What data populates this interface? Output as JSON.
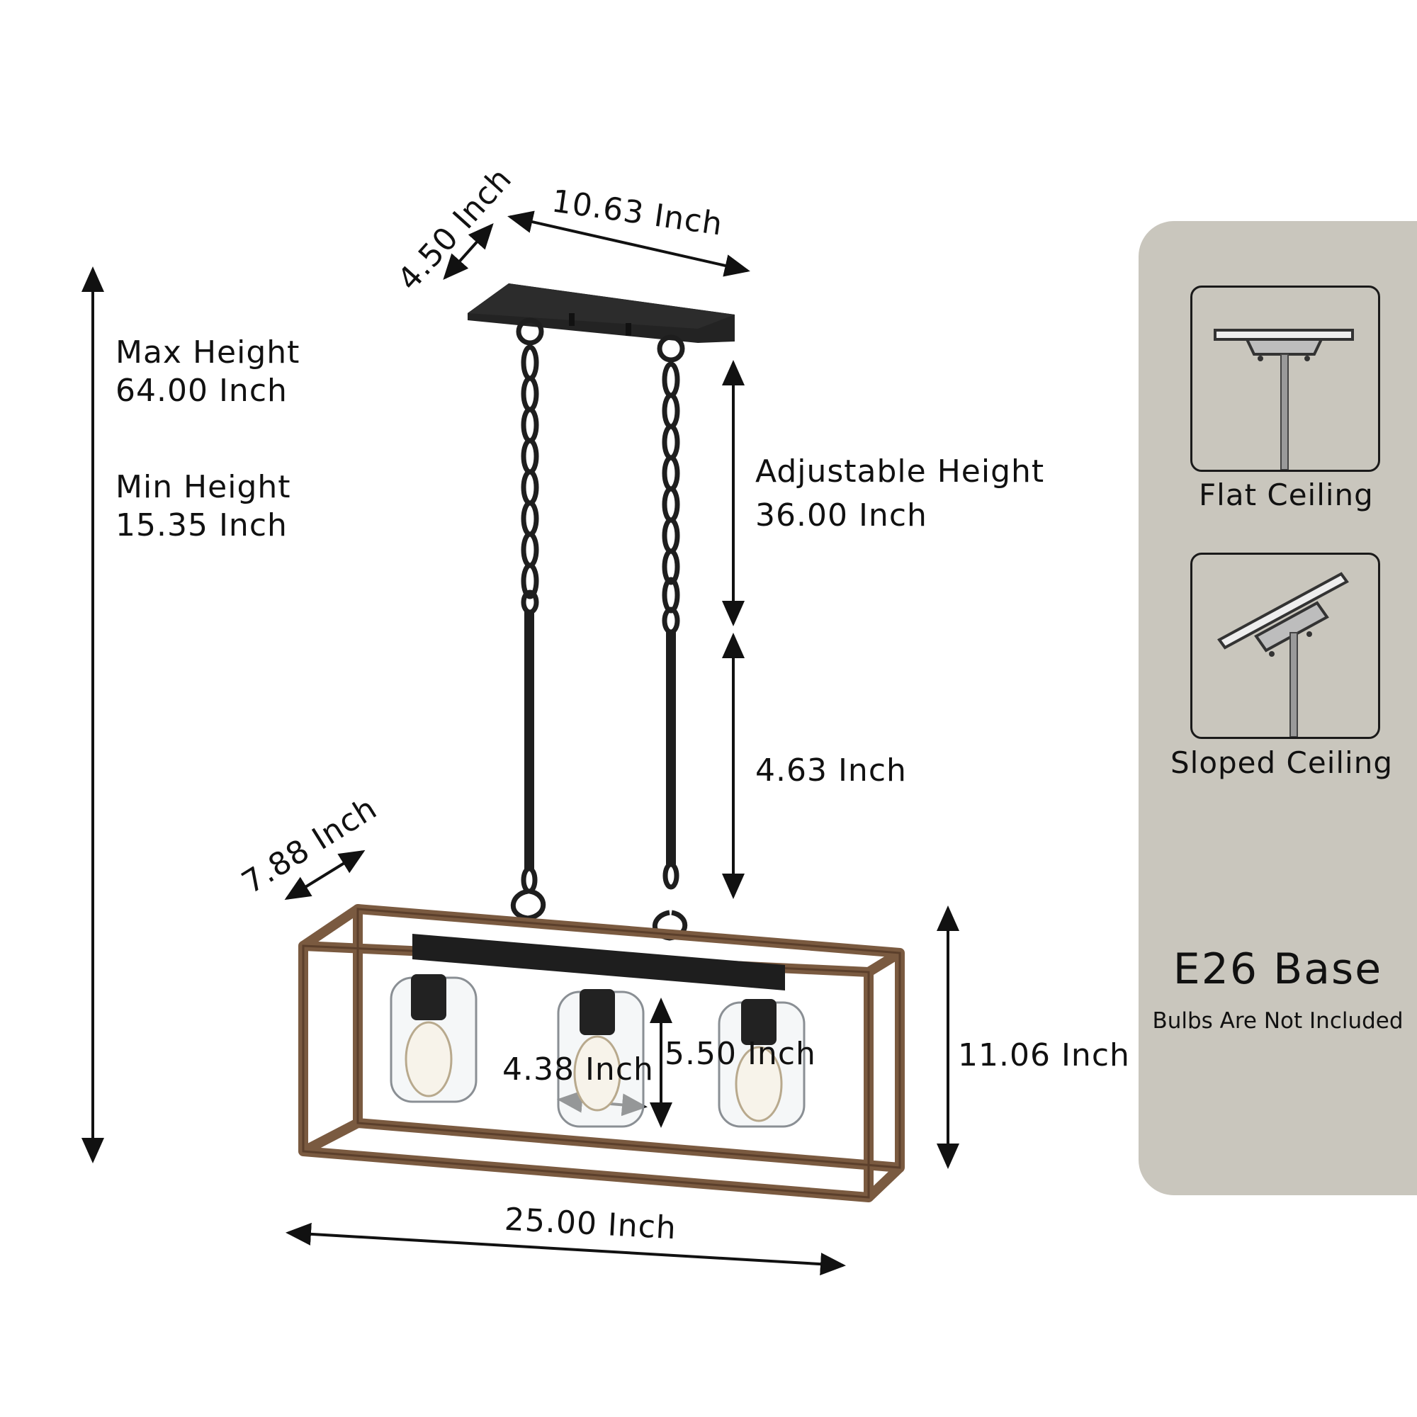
{
  "dimensions": {
    "canopy_depth": "4.50 Inch",
    "canopy_length": "10.63 Inch",
    "max_height_label": "Max Height",
    "max_height_value": "64.00 Inch",
    "min_height_label": "Min Height",
    "min_height_value": "15.35 Inch",
    "adjustable_height_label": "Adjustable Height",
    "adjustable_height_value": "36.00 Inch",
    "rod_length": "4.63 Inch",
    "frame_depth": "7.88 Inch",
    "shade_diameter": "4.38 Inch",
    "shade_height": "5.50 Inch",
    "frame_height": "11.06 Inch",
    "frame_length": "25.00 Inch"
  },
  "panel": {
    "flat_ceiling": "Flat Ceiling",
    "sloped_ceiling": "Sloped Ceiling",
    "base_title": "E26 Base",
    "bulbs_note": "Bulbs Are Not Included"
  },
  "colors": {
    "panel_bg": "#c9c6bd",
    "metal": "#1e1e1e",
    "wood": "#7a5a40"
  }
}
